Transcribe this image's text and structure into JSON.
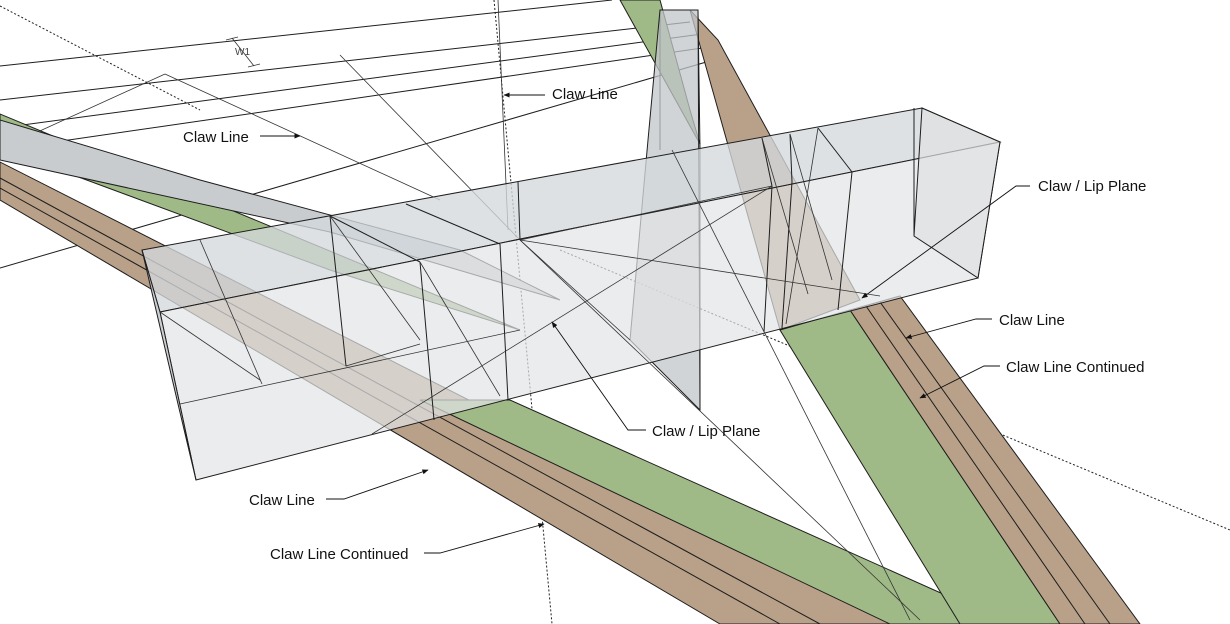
{
  "colors": {
    "background": "#ffffff",
    "timber_brown": "#b9a189",
    "timber_green": "#9fba86",
    "ghost_block": "#d4d8dc",
    "line": "#1e1e1e"
  },
  "dimension": {
    "label": "W1"
  },
  "callouts": {
    "claw_line_top": "Claw Line",
    "claw_line_upper_left": "Claw Line",
    "claw_lip_plane_right": "Claw / Lip Plane",
    "claw_line_right": "Claw Line",
    "claw_line_continued_right": "Claw Line Continued",
    "claw_lip_plane_center": "Claw / Lip Plane",
    "claw_line_bottom_left": "Claw Line",
    "claw_line_continued_bottom": "Claw Line Continued"
  }
}
